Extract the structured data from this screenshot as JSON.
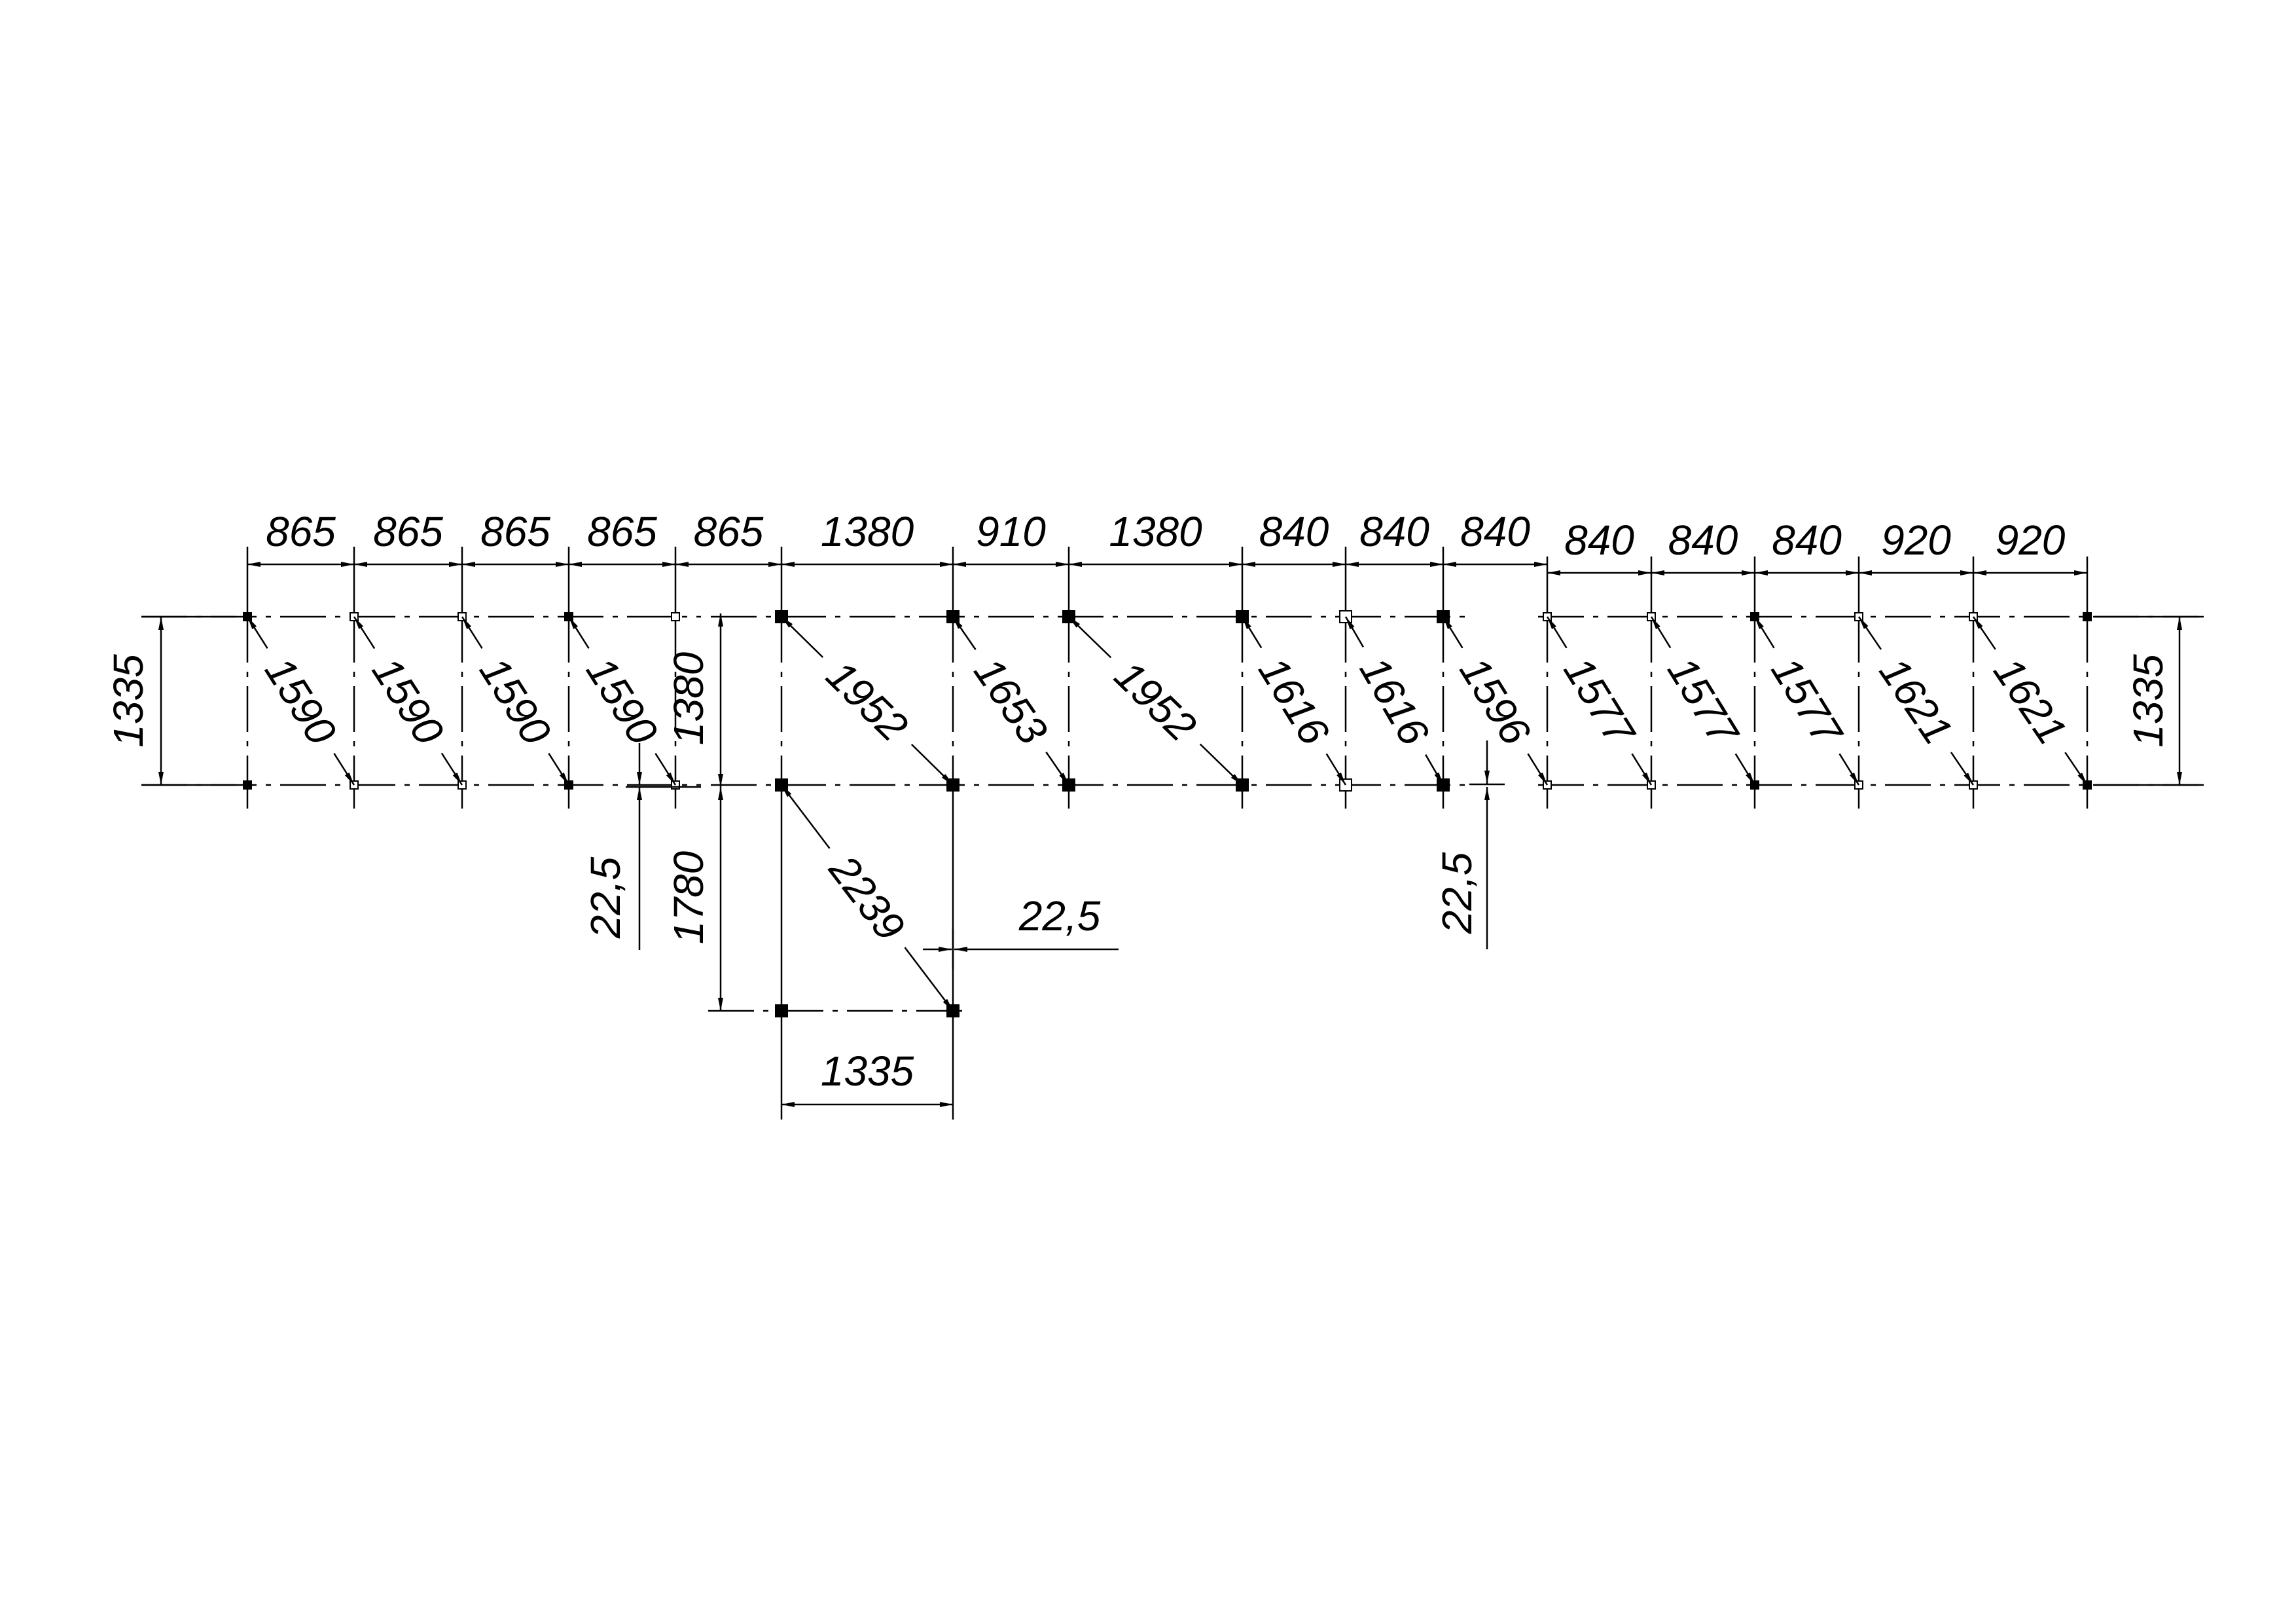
{
  "drawing": {
    "top_spans": [
      "865",
      "865",
      "865",
      "865",
      "865",
      "1380",
      "910",
      "1380",
      "840",
      "840",
      "840",
      "840",
      "840",
      "840",
      "920",
      "920"
    ],
    "diagonals": [
      "1590",
      "1590",
      "1590",
      "1590",
      "",
      "1952",
      "1653",
      "1952",
      "1616",
      "1616",
      "1596",
      "1577",
      "1577",
      "1577",
      "1621",
      "1621"
    ],
    "node_types_top": [
      "filled",
      "hollow",
      "hollow",
      "filled",
      "hollow",
      "filled",
      "filled",
      "filled",
      "filled",
      "hollow",
      "filled",
      "hollow",
      "hollow",
      "filled",
      "hollow",
      "hollow",
      "filled"
    ],
    "node_types_bottom": [
      "filled",
      "hollow",
      "hollow",
      "filled",
      "hollow",
      "filled",
      "filled",
      "filled",
      "filled",
      "hollow",
      "filled",
      "hollow",
      "hollow",
      "filled",
      "hollow",
      "hollow",
      "filled"
    ],
    "left_height": "1335",
    "right_height": "1335",
    "mid_height": "1380",
    "lower_height": "1780",
    "lower_diagonal": "2239",
    "lower_width": "1335",
    "offset_left": "22,5",
    "offset_right": "22,5",
    "offset_lower": "22,5"
  }
}
